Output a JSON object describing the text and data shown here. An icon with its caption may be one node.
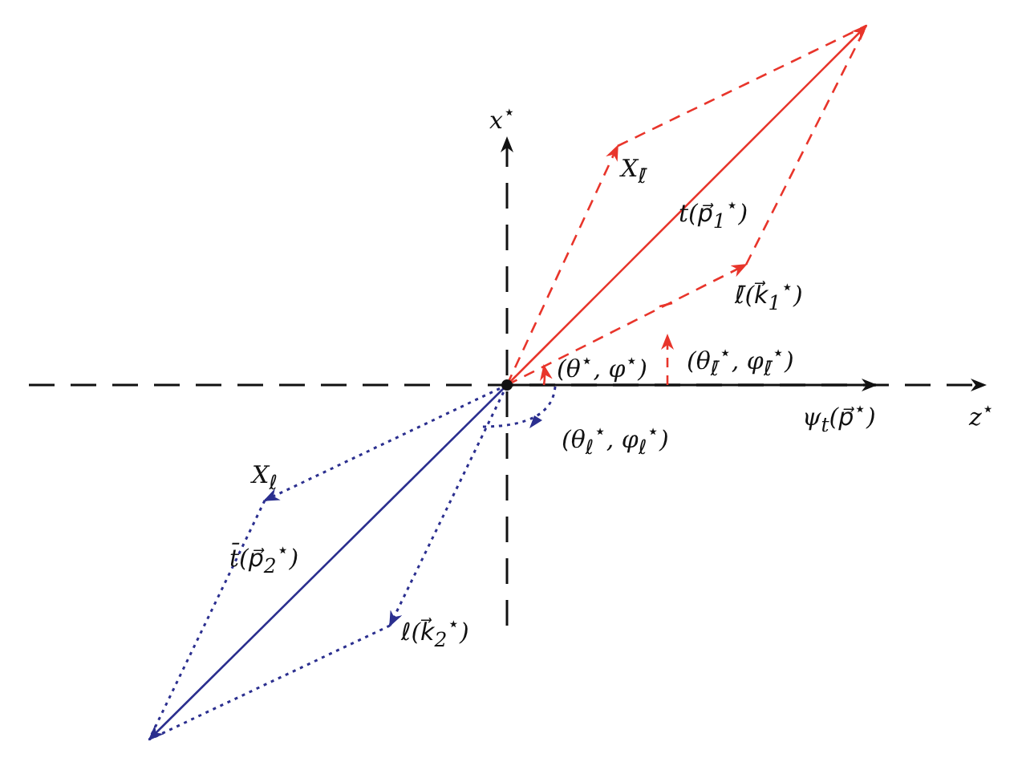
{
  "diagram": {
    "labels": [
      "x$^{⋆}$",
      "X$_{ℓ̄}$",
      "t(p⃗$_{1}$$^{⋆}$)",
      "ℓ̄(k⃗$_{1}$$^{⋆}$)",
      "(θ$^{⋆}$, φ$^{⋆}$)",
      "(θ$_{ℓ̄}$$^{⋆}$, φ$_{ℓ̄}$$^{⋆}$)",
      "ψ$_{t}$(p⃗$^{⋆}$)",
      "z$^{⋆}$",
      "(θ$_{ℓ}$$^{⋆}$, φ$_{ℓ}$$^{⋆}$)",
      "X$_{ℓ}$",
      "t̄(p⃗$_{2}$$^{⋆}$)",
      "ℓ(k⃗$_{2}$$^{⋆}$)"
    ]
  }
}
